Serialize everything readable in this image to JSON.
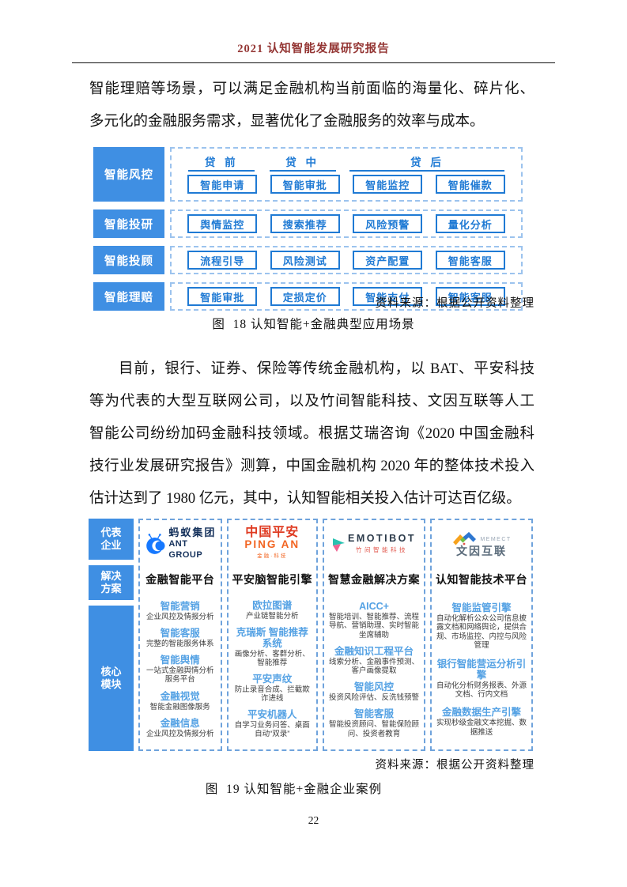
{
  "page": {
    "header_title": "2021 认知智能发展研究报告",
    "page_number": "22"
  },
  "colors": {
    "accent_blue": "#3F8FE3",
    "button_blue": "#1F7AD4",
    "module_blue": "#55A2E4",
    "header_red": "#943634",
    "ant_blue": "#1678FF",
    "pingan_red": "#DF3A21",
    "pingan_orange": "#F26522",
    "emotibot_teal": "#27C2B0",
    "emotibot_pink": "#F06292",
    "memect_orange": "#F6A21D",
    "memect_green": "#6FBE44",
    "memect_blue": "#2E77D0"
  },
  "paragraph1": {
    "lines": [
      "智能理赔等场景，可以满足金融机构当前面临的海量化、碎片化、",
      "多元化的金融服务需求，显著优化了金融服务的效率与成本。"
    ]
  },
  "figure18": {
    "phases": [
      {
        "label": "贷 前"
      },
      {
        "label": "贷 中"
      },
      {
        "label": "贷 后"
      }
    ],
    "rows": [
      {
        "label": "智能风控",
        "buttons": [
          "智能申请",
          "智能审批",
          "智能监控",
          "智能催款"
        ]
      },
      {
        "label": "智能投研",
        "buttons": [
          "舆情监控",
          "搜索推荐",
          "风险预警",
          "量化分析"
        ]
      },
      {
        "label": "智能投顾",
        "buttons": [
          "流程引导",
          "风险测试",
          "资产配置",
          "智能客服"
        ]
      },
      {
        "label": "智能理赔",
        "buttons": [
          "智能审批",
          "定损定价",
          "智能支付",
          "智能客服"
        ]
      }
    ],
    "source": "资料来源：根据公开资料整理",
    "caption": "图  18 认知智能+金融典型应用场景"
  },
  "paragraph2": {
    "lines": [
      "目前，银行、证券、保险等传统金融机构，以 BAT、平安科技",
      "等为代表的大型互联网公司，以及竹间智能科技、文因互联等人工",
      "智能公司纷纷加码金融科技领域。根据艾瑞咨询《2020 中国金融科",
      "技行业发展研究报告》测算，中国金融机构 2020 年的整体技术投入",
      "估计达到了 1980 亿元，其中，认知智能相关投入估计可达百亿级。"
    ]
  },
  "figure19": {
    "sidebar": [
      {
        "label": "代表企业"
      },
      {
        "label": "解决方案"
      },
      {
        "label": "核心模块"
      }
    ],
    "companies": [
      {
        "name_cn": "蚂蚁集团",
        "name_en": "ANT GROUP",
        "solution": "金融智能平台",
        "modules": [
          {
            "title": "智能营销",
            "desc": "企业风控及情报分析"
          },
          {
            "title": "智能客服",
            "desc": "完整的智能服务体系"
          },
          {
            "title": "智能舆情",
            "desc": "一站式金融舆情分析服务平台"
          },
          {
            "title": "金融视觉",
            "desc": "智能金融图像服务"
          },
          {
            "title": "金融信息",
            "desc": "企业风控及情报分析"
          }
        ]
      },
      {
        "name_cn": "中国平安",
        "name_en": "PING AN",
        "tagline": "金融·科技",
        "solution": "平安脑智能引擎",
        "modules": [
          {
            "title": "欧拉图谱",
            "desc": "产业链智能分析"
          },
          {
            "title": "克瑞斯 智能推荐系统",
            "desc": "画像分析、客群分析、智能推荐"
          },
          {
            "title": "平安声纹",
            "desc": "防止录音合成、拦截欺诈进线"
          },
          {
            "title": "平安机器人",
            "desc": "自学习业务问答、桌面自动“双录”"
          }
        ]
      },
      {
        "name_en": "EMOTIBOT",
        "name_cn": "竹间智能科技",
        "solution": "智慧金融解决方案",
        "modules": [
          {
            "title": "AICC+",
            "desc": "智能培训、智能推荐、流程导航、营销助理、实时智能坐席辅助"
          },
          {
            "title": "金融知识工程平台",
            "desc": "线索分析、金融事件预测、客户画像提取"
          },
          {
            "title": "智能风控",
            "desc": "投资风险评估、反洗钱预警"
          },
          {
            "title": "智能客服",
            "desc": "智能投资顾问、智能保险顾问、投资者教育"
          }
        ]
      },
      {
        "name_en": "MEMECT",
        "name_cn": "文因互联",
        "solution": "认知智能技术平台",
        "modules": [
          {
            "title": "智能监管引擎",
            "desc": "自动化解析公众公司信息披露文档和网络舆论，提供合规、市场监控、内控与风险管理"
          },
          {
            "title": "银行智能营运分析引擎",
            "desc": "自动化分析财务报表、外源文档、行内文档"
          },
          {
            "title": "金融数据生产引擎",
            "desc": "实现秒级金融文本挖掘、数据推送"
          }
        ]
      }
    ],
    "source": "资料来源：根据公开资料整理",
    "caption": "图  19 认知智能+金融企业案例"
  }
}
